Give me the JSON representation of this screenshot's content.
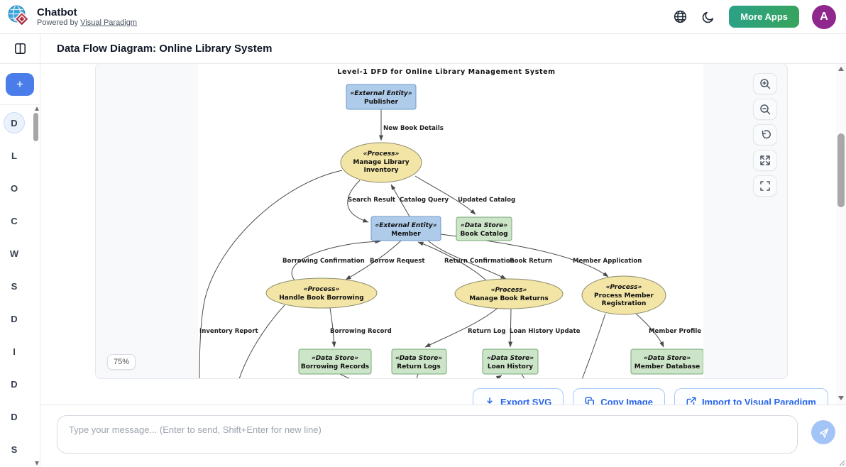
{
  "header": {
    "app_title": "Chatbot",
    "powered_prefix": "Powered by",
    "powered_link": "Visual Paradigm",
    "more_apps_label": "More Apps",
    "avatar_initial": "A"
  },
  "page": {
    "title": "Data Flow Diagram: Online Library System"
  },
  "sidebar": {
    "active_index": 0,
    "items": [
      "D",
      "L",
      "O",
      "C",
      "W",
      "S",
      "D",
      "I",
      "D",
      "D",
      "S"
    ]
  },
  "viewer": {
    "zoom_badge": "75%",
    "tools": [
      "zoom-in",
      "zoom-out",
      "reset-view",
      "expand",
      "fullscreen"
    ]
  },
  "actions": {
    "export_svg": "Export SVG",
    "copy_image": "Copy Image",
    "import_vp": "Import to Visual Paradigm"
  },
  "composer": {
    "placeholder": "Type your message... (Enter to send, Shift+Enter for new line)"
  },
  "colors": {
    "accent_blue": "#4a7de9",
    "link_blue": "#2563eb",
    "more_apps_gradient": [
      "#2ba188",
      "#37a45c"
    ],
    "avatar_purple": "#90278e",
    "process_fill": "#f3e5a5",
    "entity_fill": "#aecbea",
    "datastore_fill": "#cce4c7"
  },
  "diagram": {
    "title": "Level-1 DFD for Online Library Management System",
    "nodes": {
      "publisher": {
        "stereotype": "«External Entity»",
        "name": "Publisher"
      },
      "manage_library_inventory": {
        "stereotype": "«Process»",
        "name1": "Manage Library",
        "name2": "Inventory"
      },
      "member": {
        "stereotype": "«External Entity»",
        "name": "Member"
      },
      "book_catalog": {
        "stereotype": "«Data Store»",
        "name": "Book Catalog"
      },
      "handle_book_borrowing": {
        "stereotype": "«Process»",
        "name": "Handle Book Borrowing"
      },
      "manage_book_returns": {
        "stereotype": "«Process»",
        "name": "Manage Book Returns"
      },
      "process_member_registration": {
        "stereotype": "«Process»",
        "name1": "Process Member",
        "name2": "Registration"
      },
      "borrowing_records": {
        "stereotype": "«Data Store»",
        "name": "Borrowing Records"
      },
      "return_logs": {
        "stereotype": "«Data Store»",
        "name": "Return Logs"
      },
      "loan_history": {
        "stereotype": "«Data Store»",
        "name": "Loan History"
      },
      "member_database": {
        "stereotype": "«Data Store»",
        "name": "Member Database"
      }
    },
    "flows": {
      "new_book_details": "New Book Details",
      "search_result": "Search Result",
      "catalog_query": "Catalog Query",
      "updated_catalog": "Updated Catalog",
      "borrowing_confirmation": "Borrowing Confirmation",
      "borrow_request": "Borrow Request",
      "return_confirmation": "Return Confirmation",
      "book_return": "Book Return",
      "member_application": "Member Application",
      "inventory_report": "Inventory Report",
      "borrowing_record": "Borrowing Record",
      "return_log": "Return Log",
      "loan_history_update": "Loan History Update",
      "member_profile": "Member Profile"
    }
  }
}
